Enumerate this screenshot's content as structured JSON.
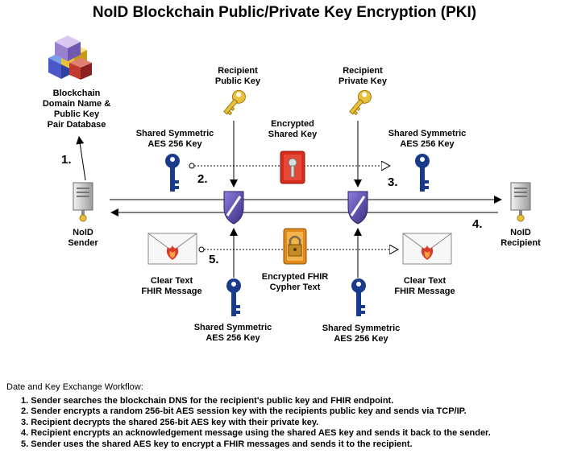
{
  "title": "NoID Blockchain Public/Private Key Encryption (PKI)",
  "database": {
    "lines": [
      "Blockchain",
      "Domain Name &",
      "Public Key",
      "Pair Database"
    ]
  },
  "sender": {
    "lines": [
      "NoID",
      "Sender"
    ]
  },
  "recipient": {
    "lines": [
      "NoID",
      "Recipient"
    ]
  },
  "recipient_public_key": {
    "lines": [
      "Recipient",
      "Public Key"
    ]
  },
  "recipient_private_key": {
    "lines": [
      "Recipient",
      "Private Key"
    ]
  },
  "encrypted_shared_key": {
    "lines": [
      "Encrypted",
      "Shared Key"
    ]
  },
  "shared_key_left": {
    "lines": [
      "Shared Symmetric",
      "AES 256 Key"
    ]
  },
  "shared_key_right": {
    "lines": [
      "Shared Symmetric",
      "AES 256 Key"
    ]
  },
  "shared_key_bottom_left": {
    "lines": [
      "Shared Symmetric",
      "AES 256 Key"
    ]
  },
  "shared_key_bottom_right": {
    "lines": [
      "Shared Symmetric",
      "AES 256 Key"
    ]
  },
  "clear_text_left": {
    "lines": [
      "Clear Text",
      "FHIR Message"
    ]
  },
  "clear_text_right": {
    "lines": [
      "Clear Text",
      "FHIR Message"
    ]
  },
  "encrypted_fhir": {
    "lines": [
      "Encrypted FHIR",
      "Cypher Text"
    ]
  },
  "step_numbers": [
    "1.",
    "2.",
    "3.",
    "4.",
    "5."
  ],
  "workflow": {
    "title": "Date and Key Exchange Workflow:",
    "steps": [
      "1. Sender searches the blockchain DNS for the recipient's public key and FHIR endpoint.",
      "2. Sender encrypts a random 256-bit AES session key with the recipients public key and sends via TCP/IP.",
      "3. Recipient decrypts the shared 256-bit AES key with their private key.",
      "4. Recipient encrypts an acknowledgement message using the shared AES key and sends it back to the sender.",
      "5. Sender uses the shared AES key to encrypt a FHIR messages and sends it to the recipient."
    ]
  },
  "colors": {
    "blue_key": "#1a3a8c",
    "gold_key": "#e8c23a",
    "shield": "#5a4aa8",
    "envelope_red": "#d93b2b",
    "encrypted_red": "#d62b1e",
    "lock_orange": "#e08a1e"
  }
}
